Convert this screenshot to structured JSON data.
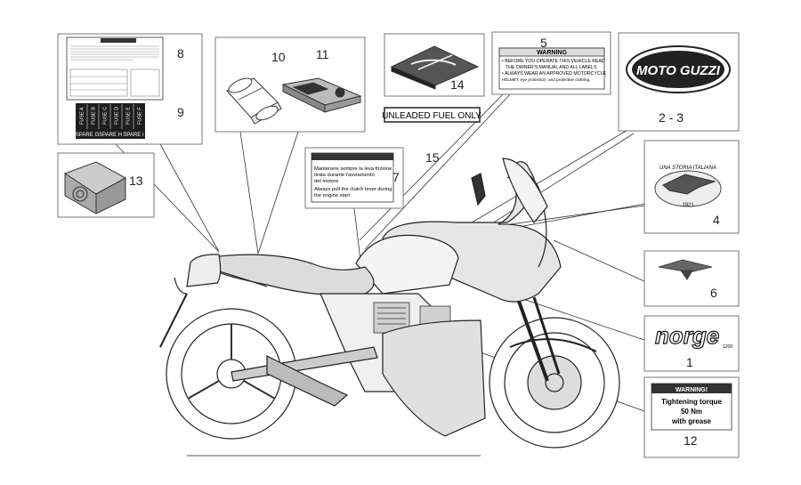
{
  "callouts": {
    "c1": "1",
    "c2_3": "2 - 3",
    "c4": "4",
    "c5": "5",
    "c6": "6",
    "c7": "7",
    "c8": "8",
    "c9": "9",
    "c10": "10",
    "c11": "11",
    "c12": "12",
    "c13": "13",
    "c14": "14",
    "c15": "15"
  },
  "decals": {
    "warning_header": "WARNING",
    "warning5_line1": "• BEFORE YOU OPERATE THIS VEHICLE READ",
    "warning5_line2": "THE OWNER'S MANUAL AND ALL LABELS.",
    "warning5_line3": "• ALWAYS WEAR AN APPROVED MOTORCYCLE",
    "warning5_line4": "HELMET, eye protection, and protective clothing.",
    "unleaded": "UNLEADED FUEL ONLY",
    "clutch_it_1": "Mantenere sempre la leva frizione",
    "clutch_it_2": "tirata durante l'avviamento",
    "clutch_it_3": "del motore",
    "clutch_en_1": "Always pull the clutch lever during",
    "clutch_en_2": "the engine start",
    "brand": "MOTO GUZZI",
    "emblem_text": "UNA STORIA ITALIANA",
    "emblem_year": "1921",
    "model": "norge",
    "model_sub": "1200",
    "torque_header": "WARNING!",
    "torque_line1": "Tightening torque",
    "torque_line2": "50 Nm",
    "torque_line3": "with grease",
    "fuses_top": [
      "FUSE A",
      "FUSE B",
      "FUSE C",
      "FUSE D",
      "FUSE E",
      "FUSE F"
    ],
    "fuses_bottom": [
      "SPARE G",
      "SPARE H",
      "SPARE I"
    ]
  }
}
